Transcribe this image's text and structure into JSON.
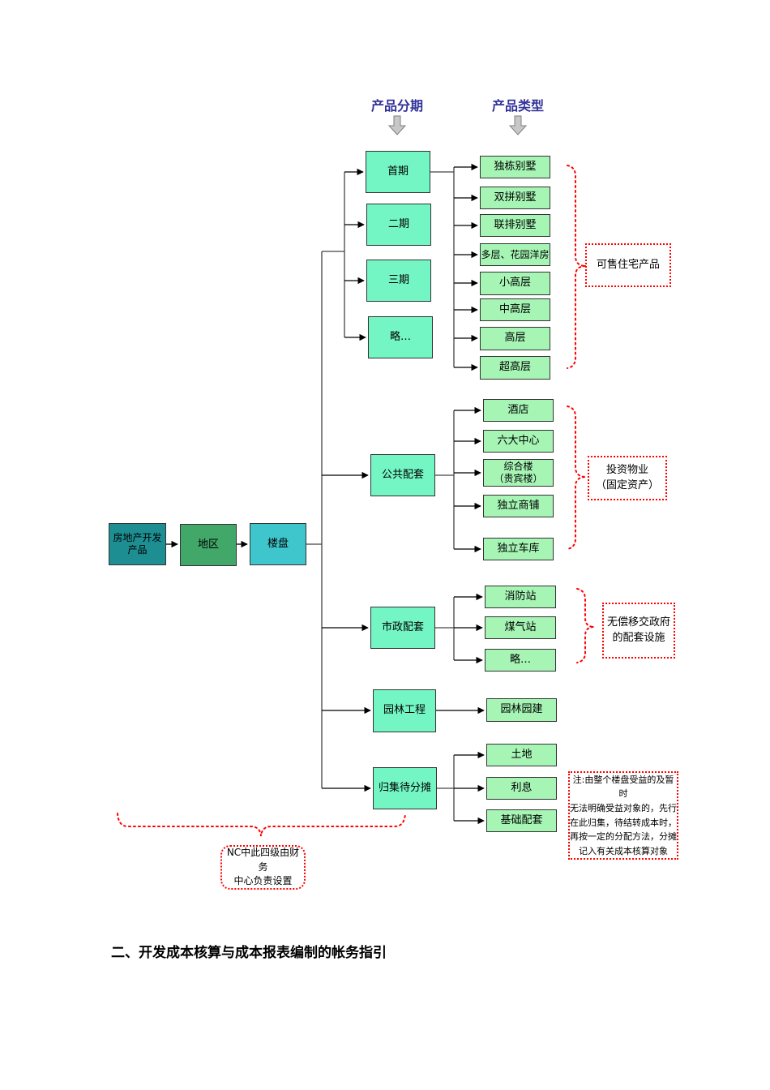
{
  "colors": {
    "accent_red": "#ff0000",
    "header_blue": "#333399",
    "phase_box_fill": "#73f6c4",
    "leaf_box_fill": "#a6f5b5",
    "root_box_fill": "#1d8e92",
    "region_box_fill": "#41a869",
    "building_box_fill": "#3ec6cc",
    "arrow_gray": "#c8c8c8",
    "line_color": "#444444"
  },
  "columns": {
    "phase_header": "产品分期",
    "type_header": "产品类型"
  },
  "chain": {
    "items": [
      {
        "label": "房地产开发\n产品"
      },
      {
        "label": "地区"
      },
      {
        "label": "楼盘"
      }
    ]
  },
  "phases": {
    "items": [
      {
        "label": "首期"
      },
      {
        "label": "二期"
      },
      {
        "label": "三期"
      },
      {
        "label": "略…"
      }
    ]
  },
  "residential": {
    "items": [
      {
        "label": "独栋别墅"
      },
      {
        "label": "双拼别墅"
      },
      {
        "label": "联排别墅"
      },
      {
        "label": "多层、花园洋房"
      },
      {
        "label": "小高层"
      },
      {
        "label": "中高层"
      },
      {
        "label": "高层"
      },
      {
        "label": "超高层"
      }
    ],
    "note": "可售住宅产品"
  },
  "public": {
    "parent": "公共配套",
    "items": [
      {
        "label": "酒店"
      },
      {
        "label": "六大中心"
      },
      {
        "label": "综合楼\n（贵宾楼）"
      },
      {
        "label": "独立商铺"
      },
      {
        "label": "独立车库"
      }
    ],
    "note": "投资物业\n（固定资产）"
  },
  "municipal": {
    "parent": "市政配套",
    "items": [
      {
        "label": "消防站"
      },
      {
        "label": "煤气站"
      },
      {
        "label": "略…"
      }
    ],
    "note": "无偿移交政府\n的配套设施"
  },
  "landscape": {
    "parent": "园林工程",
    "items": [
      {
        "label": "园林园建"
      }
    ]
  },
  "allocation": {
    "parent": "归集待分摊",
    "items": [
      {
        "label": "土地"
      },
      {
        "label": "利息"
      },
      {
        "label": "基础配套"
      }
    ],
    "note": "注:由整个楼盘受益的及暂时\n无法明确受益对象的，先行\n在此归集，待结转成本时，\n再按一定的分配方法，分摊\n记入有关成本核算对象"
  },
  "nc_note": "NC中此四级由财务\n中心负责设置",
  "section_heading": "二、开发成本核算与成本报表编制的帐务指引"
}
